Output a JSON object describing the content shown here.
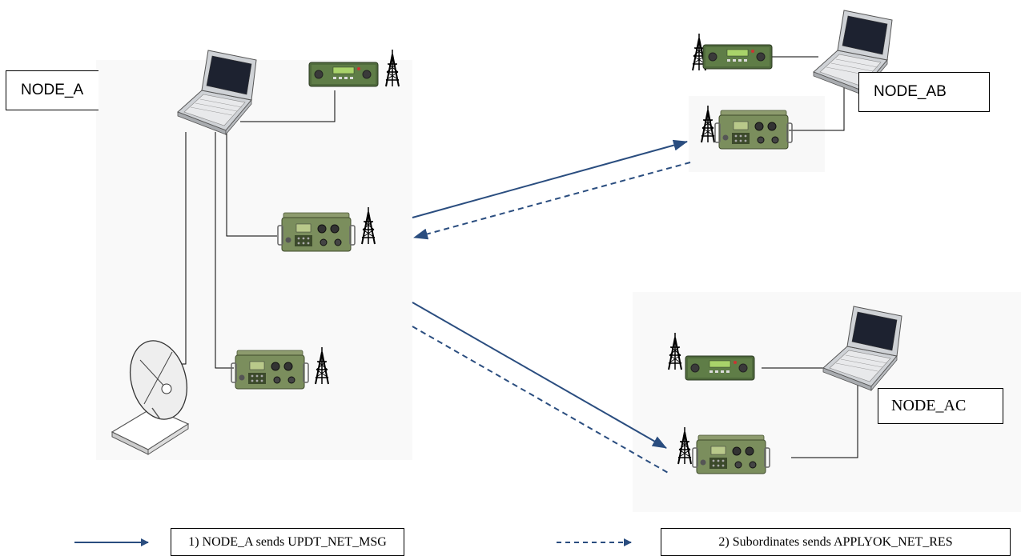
{
  "nodes": {
    "node_a": "NODE_A",
    "node_ab": "NODE_AB",
    "node_ac": "NODE_AC"
  },
  "legend": {
    "solid_label": "1) NODE_A sends  UPDT_NET_MSG",
    "dashed_label": "2) Subordinates sends  APPLYOK_NET_RES"
  },
  "colors": {
    "arrow": "#2a4d7f",
    "radio_panel": "#4f6a3c",
    "radio_front": "#7b8e5d",
    "laptop": "#cfd2d6"
  },
  "icons": [
    "laptop-icon",
    "radio-icon",
    "manpack-radio-icon",
    "antenna-icon",
    "satellite-dish-icon"
  ]
}
